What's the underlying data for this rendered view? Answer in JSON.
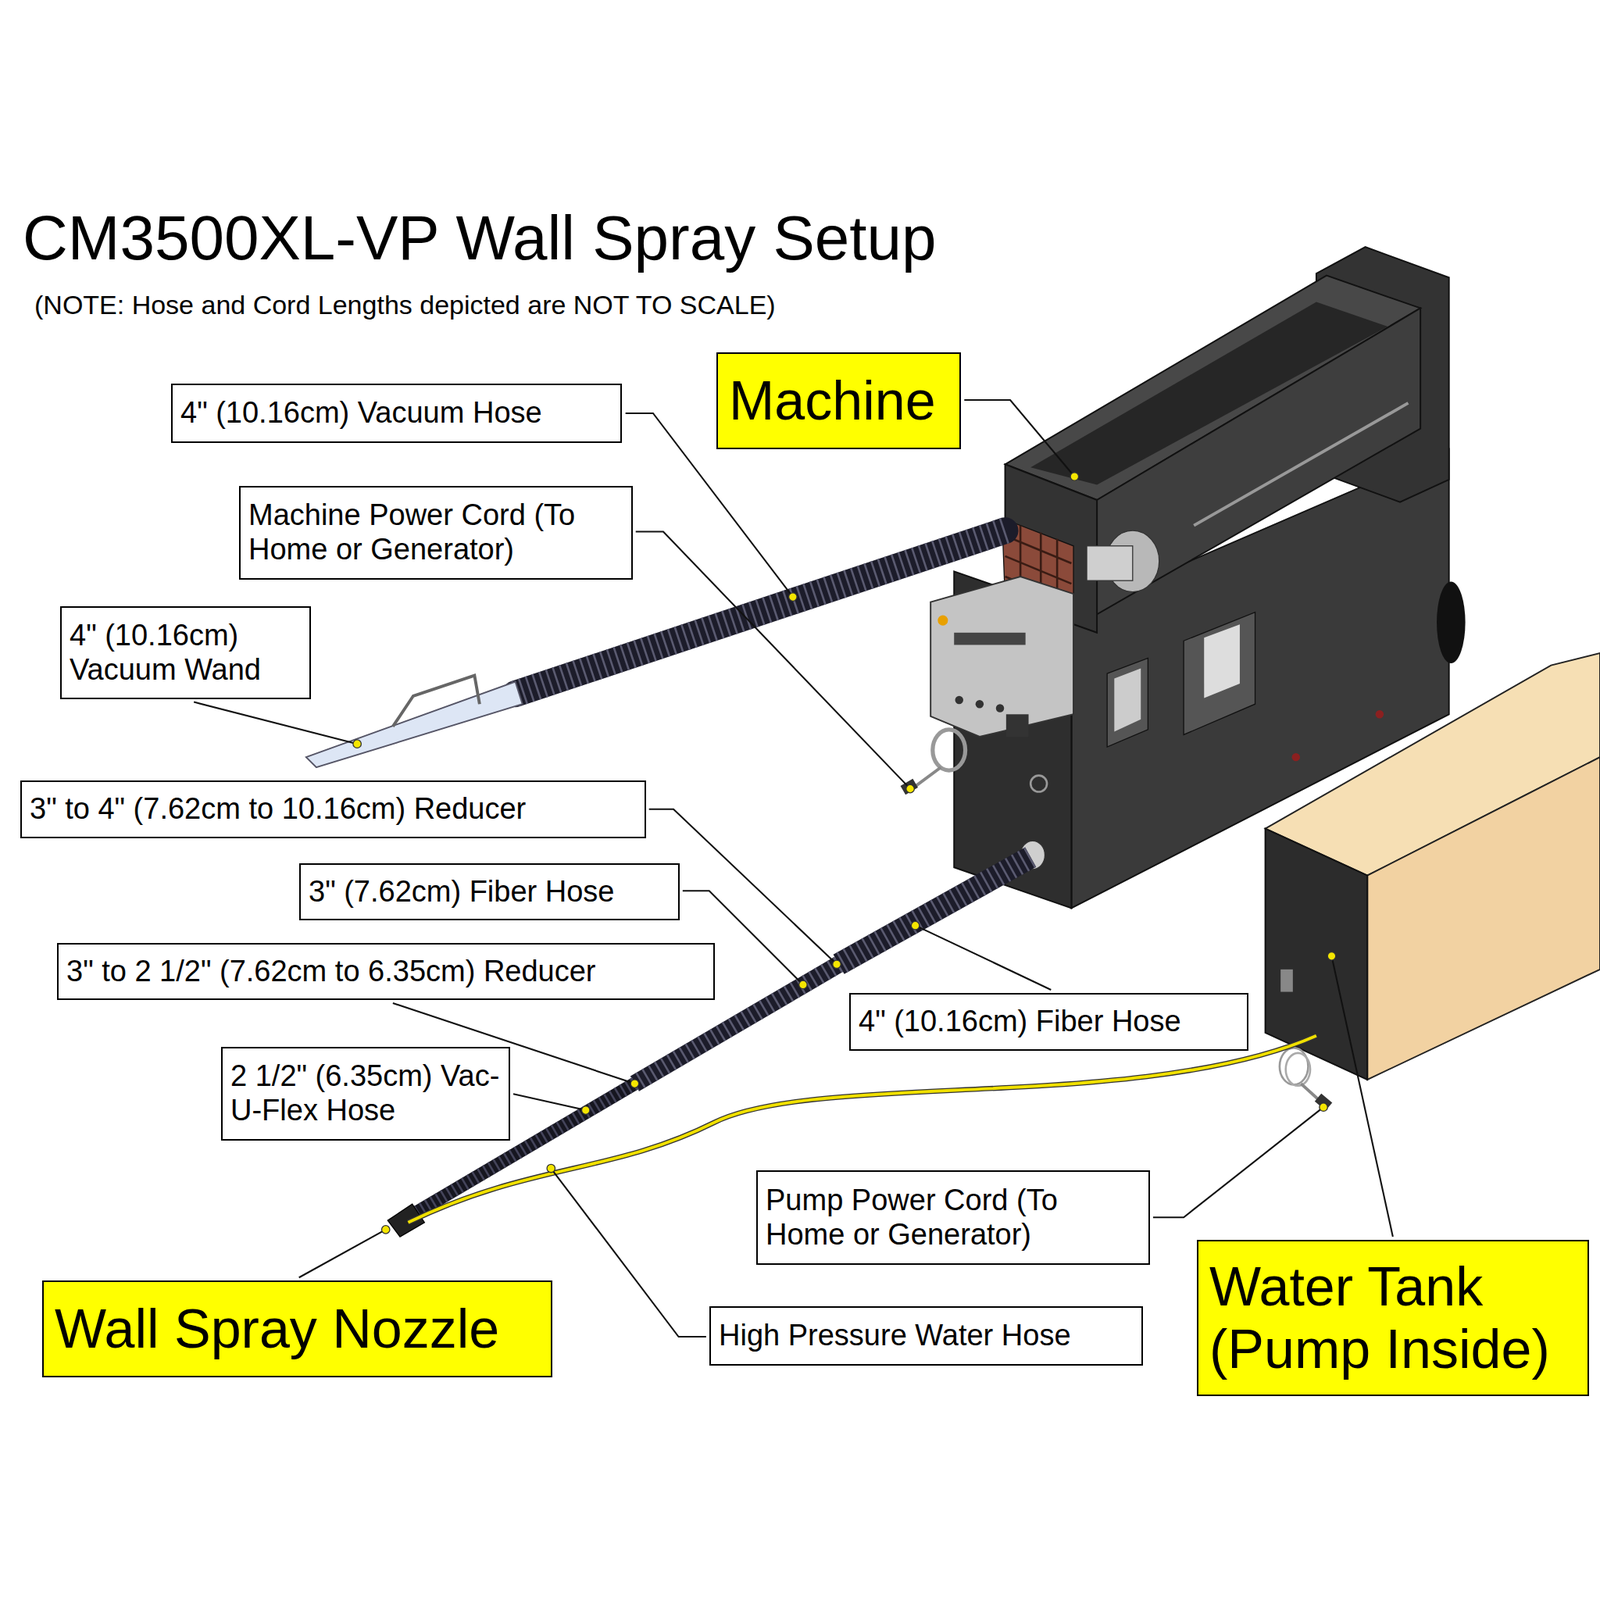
{
  "diagram": {
    "title": "CM3500XL-VP Wall Spray Setup",
    "nodes": [
      {
        "text": [
          "4\" (10.16cm) Vacuum Hose"
        ]
      },
      {
        "text": [
          "Machine"
        ]
      },
      {
        "text": [
          "Machine Power Cord (To Home or Generator)"
        ]
      },
      {
        "text": [
          "4\" (10.16cm) Vacuum Wand"
        ]
      },
      {
        "text": [
          "3\" to 4\" (7.62cm to 10.16cm) Reducer"
        ]
      },
      {
        "text": [
          "3\" (7.62cm) Fiber Hose"
        ]
      },
      {
        "text": [
          "3\" to 2 1/2\" (7.62cm to 6.35cm) Reducer"
        ]
      },
      {
        "text": [
          "4\" (10.16cm) Fiber Hose"
        ]
      },
      {
        "text": [
          "2 1/2\" (6.35cm) Vac-U-Flex Hose"
        ]
      },
      {
        "text": [
          "Pump Power Cord (To Home or Generator)"
        ]
      },
      {
        "text": [
          "Wall Spray Nozzle"
        ]
      },
      {
        "text": [
          "Water Tank (Pump Inside)"
        ]
      },
      {
        "text": [
          "High Pressure Water Hose"
        ]
      }
    ],
    "labels": [
      "(NOTE: Hose and Cord Lengths depicted are NOT TO SCALE)"
    ]
  }
}
